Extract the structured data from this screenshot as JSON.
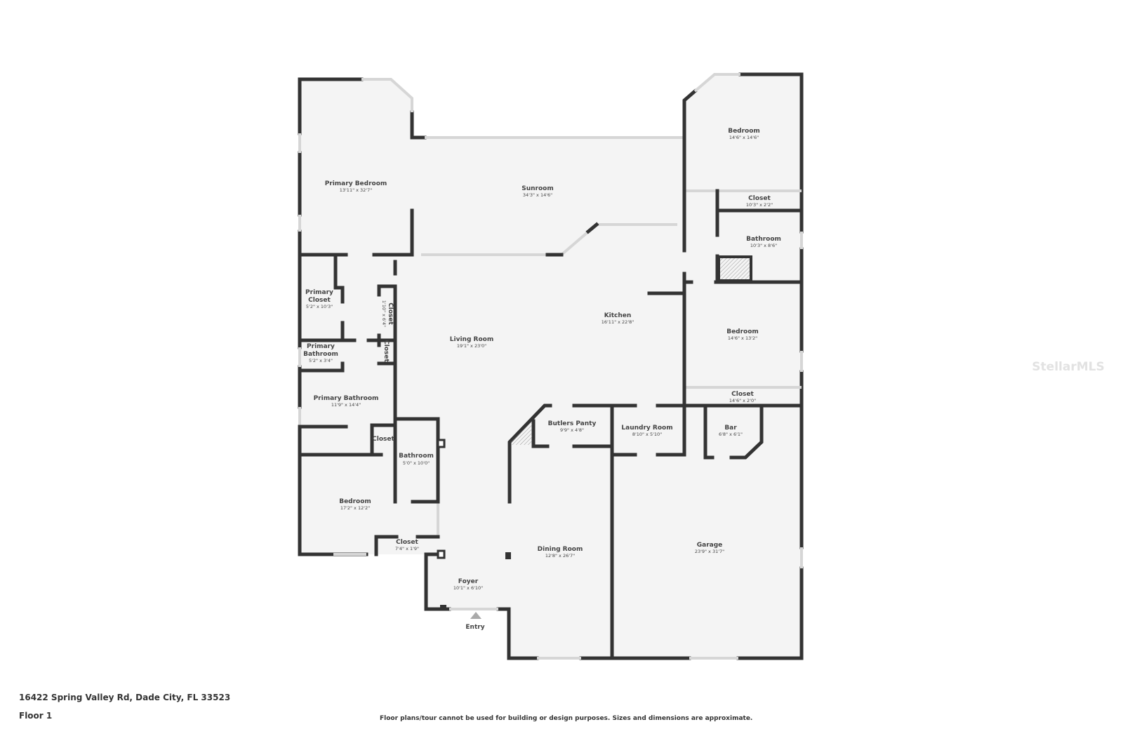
{
  "rooms": {
    "primary_bedroom": {
      "name": "Primary Bedroom",
      "dim": "13'11\" x 32'7\""
    },
    "sunroom": {
      "name": "Sunroom",
      "dim": "34'3\" x 14'6\""
    },
    "bedroom_ne": {
      "name": "Bedroom",
      "dim": "14'6\" x 14'6\""
    },
    "closet_ne": {
      "name": "Closet",
      "dim": "10'3\" x 2'2\""
    },
    "bathroom_e": {
      "name": "Bathroom",
      "dim": "10'3\" x 8'6\""
    },
    "kitchen": {
      "name": "Kitchen",
      "dim": "16'11\" x 22'8\""
    },
    "living_room": {
      "name": "Living Room",
      "dim": "19'1\" x 23'0\""
    },
    "primary_closet": {
      "name": "Primary Closet",
      "dim": "5'2\" x 10'3\""
    },
    "closet_v1": {
      "name": "Closet",
      "dim": "1'10\" x 6'4\""
    },
    "closet_v2": {
      "name": "Closet"
    },
    "primary_bathroom_small": {
      "name": "Primary Bathroom",
      "dim": "5'2\" x 3'4\""
    },
    "primary_bathroom": {
      "name": "Primary Bathroom",
      "dim": "11'9\" x 14'4\""
    },
    "bedroom_e": {
      "name": "Bedroom",
      "dim": "14'6\" x 13'2\""
    },
    "closet_e": {
      "name": "Closet",
      "dim": "14'6\" x 2'0\""
    },
    "closet_w": {
      "name": "Closet"
    },
    "bathroom_w": {
      "name": "Bathroom",
      "dim": "5'0\" x 10'0\""
    },
    "butlers": {
      "name": "Butlers Panty",
      "dim": "9'9\" x 4'8\""
    },
    "laundry": {
      "name": "Laundry Room",
      "dim": "8'10\" x 5'10\""
    },
    "bar": {
      "name": "Bar",
      "dim": "6'8\" x 6'1\""
    },
    "bedroom_sw": {
      "name": "Bedroom",
      "dim": "17'2\" x 12'2\""
    },
    "closet_sw": {
      "name": "Closet",
      "dim": "7'4\" x 1'9\""
    },
    "dining": {
      "name": "Dining Room",
      "dim": "12'8\" x 26'7\""
    },
    "garage": {
      "name": "Garage",
      "dim": "23'9\" x 31'7\""
    },
    "foyer": {
      "name": "Foyer",
      "dim": "10'1\" x 6'10\""
    }
  },
  "entry_label": "Entry",
  "address": "16422 Spring Valley Rd, Dade City, FL 33523",
  "floor": "Floor 1",
  "disclaimer": "Floor plans/tour cannot be used for building or design purposes. Sizes and dimensions are approximate.",
  "watermark": "StellarMLS",
  "colors": {
    "wall": "#333333",
    "floor": "#f4f4f4",
    "window": "#d6d6d6"
  }
}
